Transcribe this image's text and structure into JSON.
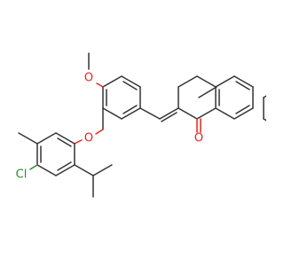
{
  "molecule": {
    "atom_labels": {
      "methoxy_o": "O",
      "ether_o": "O",
      "ketone_o": "O",
      "chlorine": "Cl"
    },
    "colors": {
      "bond": "#333333",
      "oxygen": "#e8241a",
      "chlorine": "#2e8b2e",
      "background": "#ffffff"
    }
  }
}
